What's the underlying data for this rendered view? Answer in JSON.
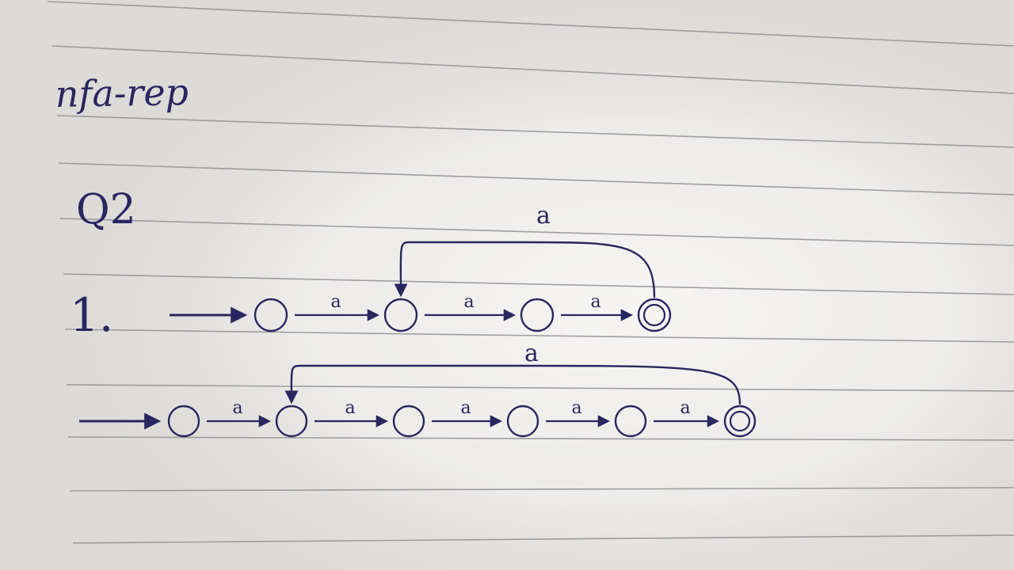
{
  "page": {
    "title": "nfa-rep",
    "question": "Q2",
    "item_number": "1.",
    "ink_color": "#2a2660",
    "rule_color": "#8c8a90",
    "paper_color": "#e6e4e1"
  },
  "diagrams": [
    {
      "id": "automaton-1",
      "states": [
        "s0",
        "s1",
        "s2",
        "s3"
      ],
      "start_state": "s0",
      "accept_states": [
        "s3"
      ],
      "transitions": [
        {
          "from": "s0",
          "to": "s1",
          "label": "a"
        },
        {
          "from": "s1",
          "to": "s2",
          "label": "a"
        },
        {
          "from": "s2",
          "to": "s3",
          "label": "a"
        },
        {
          "from": "s3",
          "to": "s1",
          "label": "a"
        }
      ]
    },
    {
      "id": "automaton-2",
      "states": [
        "s0",
        "s1",
        "s2",
        "s3",
        "s4",
        "s5"
      ],
      "start_state": "s0",
      "accept_states": [
        "s5"
      ],
      "transitions": [
        {
          "from": "s0",
          "to": "s1",
          "label": "a"
        },
        {
          "from": "s1",
          "to": "s2",
          "label": "a"
        },
        {
          "from": "s2",
          "to": "s3",
          "label": "a"
        },
        {
          "from": "s3",
          "to": "s4",
          "label": "a"
        },
        {
          "from": "s4",
          "to": "s5",
          "label": "a"
        },
        {
          "from": "s5",
          "to": "s1",
          "label": "a"
        }
      ]
    }
  ]
}
